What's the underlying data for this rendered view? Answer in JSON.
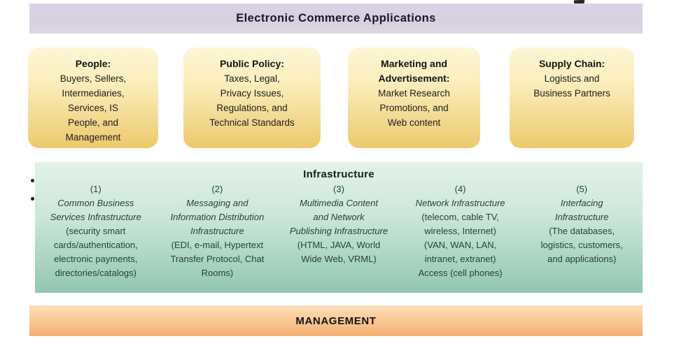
{
  "header": {
    "title": "Electronic Commerce Applications"
  },
  "application_boxes": [
    {
      "heading": "People:",
      "body": "Buyers, Sellers,\nIntermediaries,\nServices, IS\nPeople, and\nManagement"
    },
    {
      "heading": "Public Policy:",
      "body": "Taxes, Legal,\nPrivacy Issues,\nRegulations, and\nTechnical Standards"
    },
    {
      "heading": "Marketing and\nAdvertisement:",
      "body": "Market Research\nPromotions, and\nWeb content"
    },
    {
      "heading": "Supply Chain:",
      "body": "Logistics and\nBusiness Partners"
    }
  ],
  "infrastructure": {
    "title": "Infrastructure",
    "columns": [
      {
        "number": "(1)",
        "name": "Common Business\nServices Infrastructure",
        "details": "(security smart\ncards/authentication,\nelectronic payments,\ndirectories/catalogs)"
      },
      {
        "number": "(2)",
        "name": "Messaging and\nInformation Distribution\nInfrastructure",
        "details": "(EDI, e-mail, Hypertext\nTransfer Protocol, Chat\nRooms)"
      },
      {
        "number": "(3)",
        "name": "Multimedia Content\nand Network\nPublishing Infrastructure",
        "details": "(HTML, JAVA, World\nWide Web, VRML)"
      },
      {
        "number": "(4)",
        "name": "Network Infrastructure",
        "details": "(telecom, cable TV,\nwireless, Internet)\n(VAN, WAN, LAN,\nintranet, extranet)\nAccess (cell phones)"
      },
      {
        "number": "(5)",
        "name": "Interfacing\nInfrastructure",
        "details": "(The databases,\nlogistics, customers,\nand applications)"
      }
    ]
  },
  "management": {
    "title": "MANAGEMENT"
  },
  "colors": {
    "header_bar": "#d7d1e1",
    "application_box_top": "#fdf6d6",
    "application_box_bottom": "#edc96c",
    "infrastructure_top": "#e4f2e9",
    "infrastructure_bottom": "#92c7b2",
    "management_top": "#fcdfba",
    "management_bottom": "#f5ad72",
    "text": "#1c1c1c",
    "infrastructure_text": "#22433a"
  }
}
